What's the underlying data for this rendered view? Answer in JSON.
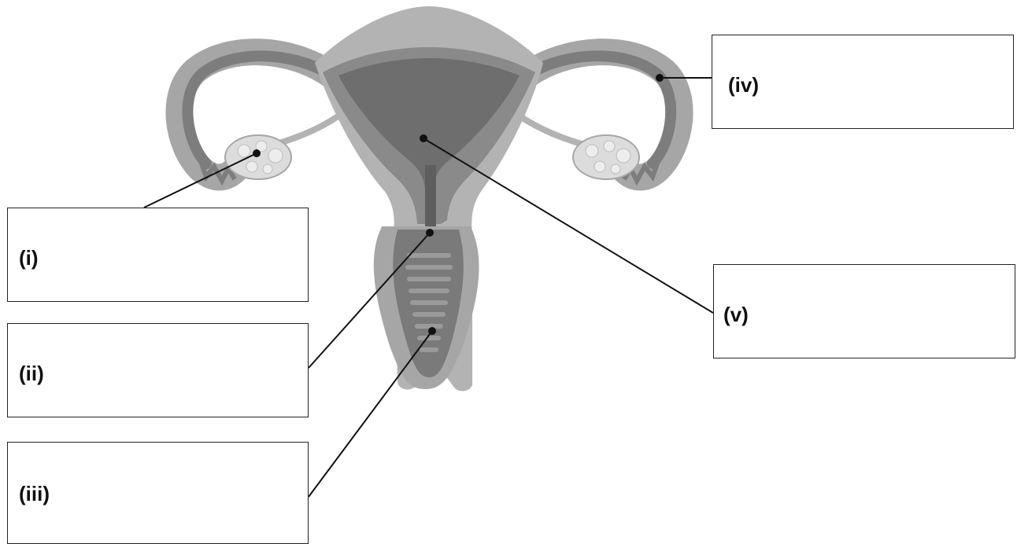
{
  "labels": {
    "i": "(i)",
    "ii": "(ii)",
    "iii": "(iii)",
    "iv": "(iv)",
    "v": "(v)"
  },
  "colors": {
    "outer_tissue": "#b3b3b3",
    "inner_tissue": "#8a8a8a",
    "cavity": "#6e6e6e",
    "ovary": "#dcdcdc",
    "line": "#111111",
    "box_border": "#222222"
  }
}
